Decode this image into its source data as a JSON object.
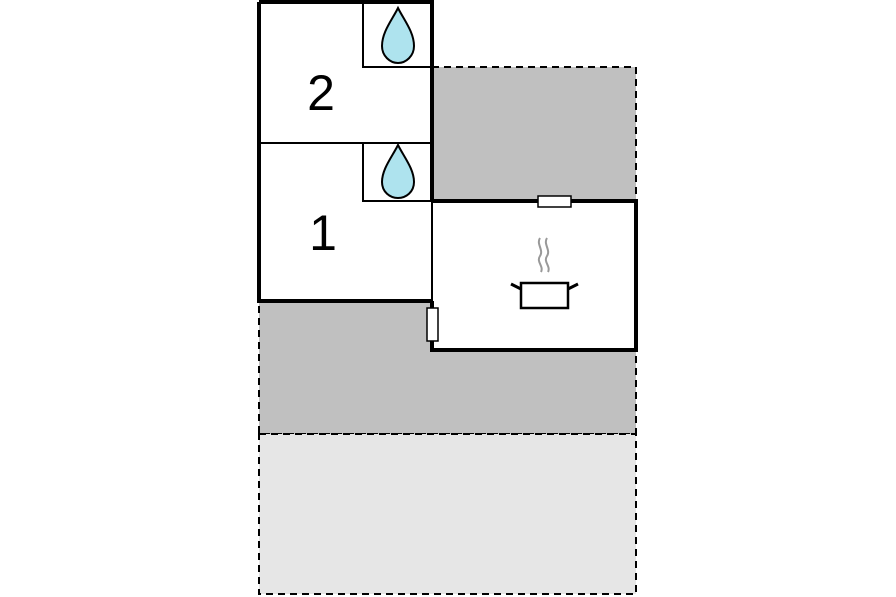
{
  "floorplan": {
    "rooms": [
      {
        "label": "2",
        "type": "bedroom",
        "has_bathroom": true
      },
      {
        "label": "1",
        "type": "bedroom",
        "has_bathroom": true
      },
      {
        "label": "",
        "type": "kitchen"
      }
    ],
    "outdoor_areas": [
      {
        "type": "terrace-covered",
        "color": "#c0c0c0",
        "border": "dashed"
      },
      {
        "type": "terrace-open",
        "color": "#e6e6e6",
        "border": "dashed"
      }
    ],
    "icons": {
      "bathroom": "water-drop-icon",
      "kitchen": "cooking-pot-icon"
    },
    "colors": {
      "water_drop": "#aee3ee",
      "wall": "#000000",
      "covered_area": "#c0c0c0",
      "open_area": "#e6e6e6"
    }
  }
}
